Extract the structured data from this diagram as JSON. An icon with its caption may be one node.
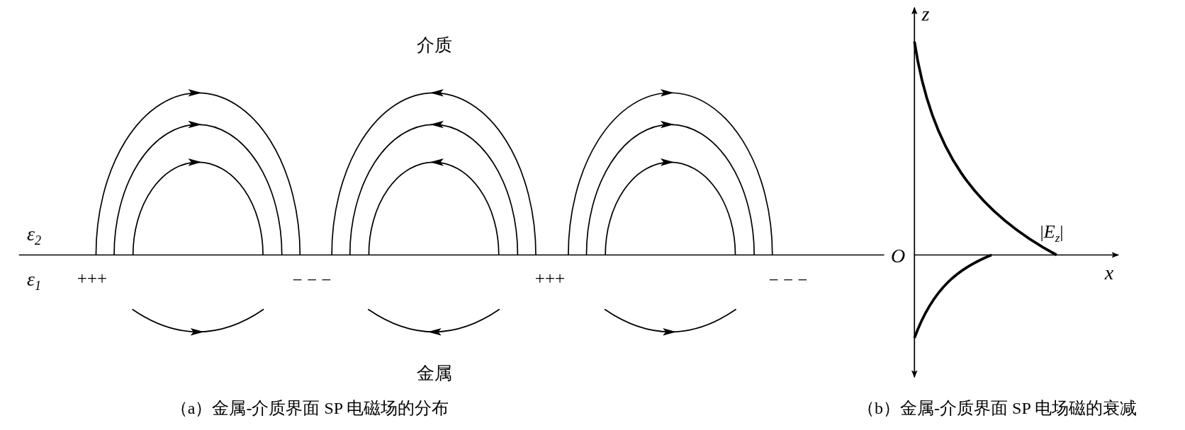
{
  "diagram": {
    "labels": [
      "z",
      "介质",
      "ε$_{2}$",
      "|*E*$_{z}$|",
      "O",
      "x",
      "ε$_{1}$",
      "+++",
      "− − −",
      "+++",
      "− − −",
      "金属",
      "（a）金属-介质界面 SP 电磁场的分布",
      "（b）金属-介质界面 SP 电场磁的衰减"
    ]
  }
}
